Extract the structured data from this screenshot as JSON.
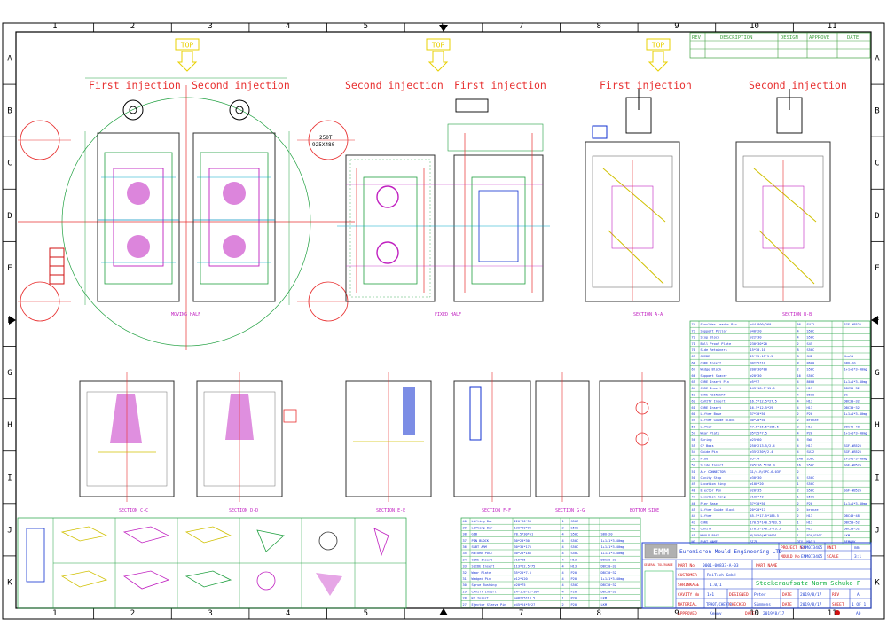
{
  "frame": {
    "columns": [
      "1",
      "2",
      "3",
      "4",
      "5",
      "6",
      "7",
      "8",
      "9",
      "10",
      "11"
    ],
    "rows": [
      "A",
      "B",
      "C",
      "D",
      "E",
      "F",
      "G",
      "H",
      "I",
      "J",
      "K"
    ]
  },
  "revision_table": {
    "headers": [
      "REV",
      "DESCRIPTION",
      "DESIGN",
      "APPROVE",
      "DATE"
    ]
  },
  "top_markers": [
    "TOP",
    "TOP",
    "TOP"
  ],
  "view_titles": {
    "first_injection_1": "First injection",
    "second_injection_1": "Second injection",
    "second_injection_2": "Second injection",
    "first_injection_2": "First injection",
    "first_injection_3": "First injection",
    "second_injection_3": "Second injection"
  },
  "view_captions": {
    "moving_half": "MOVING HALF",
    "fixed_half": "FIXED HALF",
    "section_aa": "SECTION A-A",
    "section_bb_top": "SECTION B-B",
    "section_cc": "SECTION C-C",
    "section_dd": "SECTION D-D",
    "section_ee": "SECTION E-E",
    "section_ff": "SECTION F-F",
    "section_gg": "SECTION G-G",
    "bottom_side": "BOTTOM SIDE"
  },
  "press_note": [
    "250T",
    "925X480"
  ],
  "bom_top": {
    "rows": [
      [
        "74",
        "Shoulder Leader Pin",
        "∅44-800/260",
        "56",
        "SUJ2",
        "",
        "SGF-NB525"
      ],
      [
        "73",
        "Support Pillar",
        "∅40*20",
        "4",
        "S50C",
        "",
        ""
      ],
      [
        "72",
        "Stop Block",
        "∅22*30",
        "4",
        "S50C",
        "",
        ""
      ],
      [
        "71",
        "Ball Proof Plate",
        "230*30*20",
        "2",
        "S45",
        "",
        ""
      ],
      [
        "70",
        "Side Retainers",
        "15*30-10",
        "8",
        "S50C",
        "",
        ""
      ],
      [
        "69",
        "GUIDE",
        "25*35-15*5.5",
        "8",
        "SKD",
        "",
        "Nnold"
      ],
      [
        "68",
        "CORE Insert",
        "30*25*10",
        "8",
        "8600",
        "",
        "SBO-20"
      ],
      [
        "67",
        "Wedge Block",
        "200*30*80",
        "2",
        "S50C",
        "",
        "1+1+1*3-40mg"
      ],
      [
        "66",
        "Support Spacer",
        "∅20*30",
        "16",
        "S50C",
        "",
        ""
      ],
      [
        "65",
        "CORE Insert Pin",
        "∅5*97",
        "4",
        "8600",
        "",
        "1+1+1*3-40mg"
      ],
      [
        "64",
        "CORE Insert",
        "143*18.5*15.5",
        "4",
        "H13",
        "",
        "DBC30~32"
      ],
      [
        "63",
        "CORE REINSERT",
        "",
        "4",
        "8600",
        "",
        "DC"
      ],
      [
        "62",
        "CAVITY Insert",
        "16.5*12.5*27.5",
        "4",
        "H13",
        "",
        "DBC30~32"
      ],
      [
        "61",
        "CORE Insert",
        "16.5*12.5*29",
        "4",
        "H13",
        "",
        "DBC30~32"
      ],
      [
        "60",
        "Lifter Base",
        "37*30*50",
        "2",
        "P20",
        "",
        "1+1+1*3-40mg"
      ],
      [
        "59",
        "Lifter Guide Block",
        "30*20*50",
        "2",
        "bronze",
        "",
        ""
      ],
      [
        "58",
        "Lifter",
        "47.5*16.5*186.5",
        "2",
        "H13",
        "",
        "DBC40~48"
      ],
      [
        "57",
        "Wear Plate",
        "35*25*7.5",
        "4",
        "P20",
        "",
        "1+1+1*3-40mg"
      ],
      [
        "56",
        "Spring",
        "∅25*60",
        "4",
        "SWG",
        "",
        ""
      ],
      [
        "55",
        "CP Boss",
        "250*213.5/2.4",
        "4",
        "H13",
        "",
        "SGF-NB525"
      ],
      [
        "54",
        "Guide Pin",
        "∅35*230*/2.4",
        "4",
        "SUJ2",
        "",
        "SGF-NB525"
      ],
      [
        "53",
        "PLUG",
        "∅5*14",
        "140",
        "S50C",
        "",
        "1+1+1*3-40mg"
      ],
      [
        "52",
        "Slide Insert",
        "745*16.5*26.9",
        "16",
        "S50C",
        "",
        "SGF-NB525"
      ],
      [
        "51",
        "Air CONNECTOR",
        "G1/4-R/GPC-6-03F",
        "2",
        "",
        "",
        ""
      ],
      [
        "50",
        "Cavity Stop",
        "∅30*30",
        "4",
        "S50C",
        "",
        ""
      ],
      [
        "49",
        "Location Ring",
        "∅100*20",
        "1",
        "S50C",
        "",
        ""
      ],
      [
        "48",
        "Ejector Pin",
        "∅20*35",
        "2",
        "S50C",
        "",
        "SGF-NB525"
      ],
      [
        "47",
        "Location Ring",
        "∅100*40",
        "1",
        "S50C",
        "",
        ""
      ],
      [
        "46",
        "Pier Base",
        "37*30*50",
        "2",
        "P20",
        "",
        "1+1+1*3-40mg"
      ],
      [
        "45",
        "Lifter Guide Block",
        "20*20*17",
        "2",
        "bronze",
        "",
        ""
      ],
      [
        "44",
        "Lifter",
        "45.5*17.5*186.5",
        "2",
        "H13",
        "",
        "DBC40~48"
      ],
      [
        "43",
        "CORE",
        "170.5*140.5*83.5",
        "1",
        "H13",
        "",
        "DBC50~52"
      ],
      [
        "42",
        "CAVITY",
        "170.5*140.5*73.5",
        "1",
        "H13",
        "",
        "DBC50~52"
      ],
      [
        "41",
        "MOULD BASE",
        "M(5050)KF10001",
        "1",
        "P20/S50C",
        "",
        "LKM"
      ]
    ],
    "headers": [
      "NO",
      "PART NAME",
      "SIZE",
      "QTY",
      "MAT'L",
      "",
      "REMARK"
    ]
  },
  "bom_bottom": {
    "rows": [
      [
        "40",
        "Lifting Bar",
        "220*60*50",
        "1",
        "S50C",
        "",
        ""
      ],
      [
        "39",
        "Lifting Bar",
        "130*30*90",
        "2",
        "S50C",
        "",
        ""
      ],
      [
        "38",
        "GIB",
        "78.5*30*51",
        "4",
        "S50C",
        "",
        "SBO-20"
      ],
      [
        "37",
        "PIN BLOCK",
        "30*20*30",
        "4",
        "S50C",
        "",
        "1+1+1*3-40mg"
      ],
      [
        "36",
        "SUBT ARM",
        "30*35*175",
        "4",
        "S50C",
        "",
        "1+1+1*3-40mg"
      ],
      [
        "35",
        "RETURN PUCE",
        "30*25*185",
        "4",
        "S50C",
        "",
        "1+1+1*3-40mg"
      ],
      [
        "34",
        "CORE Insert",
        "∅16*35",
        "4",
        "H13",
        "",
        "DBC30~32"
      ],
      [
        "33",
        "SLIDE Insert",
        "113*22.5*75",
        "4",
        "H13",
        "",
        "DBC30~32"
      ],
      [
        "32",
        "Wear Plate",
        "35*25*7.5",
        "4",
        "P20",
        "",
        "DBC30~32"
      ],
      [
        "31",
        "Wedged Pin",
        "∅12*120",
        "4",
        "P20",
        "",
        "1+1+1*3-40mg"
      ],
      [
        "30",
        "Sprue Bushing",
        "∅20*75",
        "4",
        "S50C",
        "",
        "DBC30~32"
      ],
      [
        "29",
        "CAVITY Insert",
        "14*1.8*12*100",
        "4",
        "P20",
        "",
        "DBC30~32"
      ],
      [
        "28",
        "KO Insert",
        "∅48*15*18.5",
        "1",
        "P20",
        "",
        "LKM"
      ],
      [
        "27",
        "Ejector Sleeve Pin",
        "∅45*24*5*27",
        "2",
        "P20",
        "",
        "LKM"
      ]
    ]
  },
  "title_block": {
    "company_logo": "EMM",
    "company_name": "Euromicron Mould Engineering LTD",
    "project_no_label": "PROJECT No",
    "project_no": "EMM073405",
    "unit_label": "UNIT",
    "unit": "mm",
    "mould_no_label": "MOULD No",
    "mould_no": "EMM073405",
    "scale_label": "SCALE",
    "scale": "3:1",
    "general_tolerance_label": "GENERAL TOLERANCE",
    "part_no_label": "PART No",
    "part_no": "0001-00833-A-03",
    "part_name_label": "PART NAME",
    "customer_label": "CUSTOMER",
    "customer": "ReiTech GmbH",
    "part_name": "Steckeraufsatz Norm Schuko F",
    "cavity_label": "CAVITY No",
    "cavity": "1+1",
    "designed_label": "DESIGNED",
    "designer": "Peter",
    "date_label": "DATE",
    "designed_date": "2019/8/17",
    "rev_label": "REV",
    "rev": "A",
    "material_label": "MATERIAL",
    "material": "TR90T/CHEV78",
    "checked_label": "CHECKED",
    "checker": "Simmons",
    "checked_date": "2019/8/17",
    "sheet_label": "SHEET",
    "sheet": "1 OF 1",
    "shrinkage_label": "SHRINKAGE",
    "shrinkage": "1.0/1",
    "approved_label": "APPROVED",
    "approver": "Kenny",
    "approved_date": "2019/8/17",
    "paper_size": "A0"
  },
  "colors": {
    "frame": "#000000",
    "title_red": "#e83030",
    "top_marker": "#e8d000",
    "magenta": "#c020c0",
    "green": "#20a040",
    "cyan": "#00a8c8",
    "blue": "#1030d0",
    "tb_blue": "#2040d0",
    "tb_green": "#10b040",
    "tb_red": "#d01010"
  }
}
